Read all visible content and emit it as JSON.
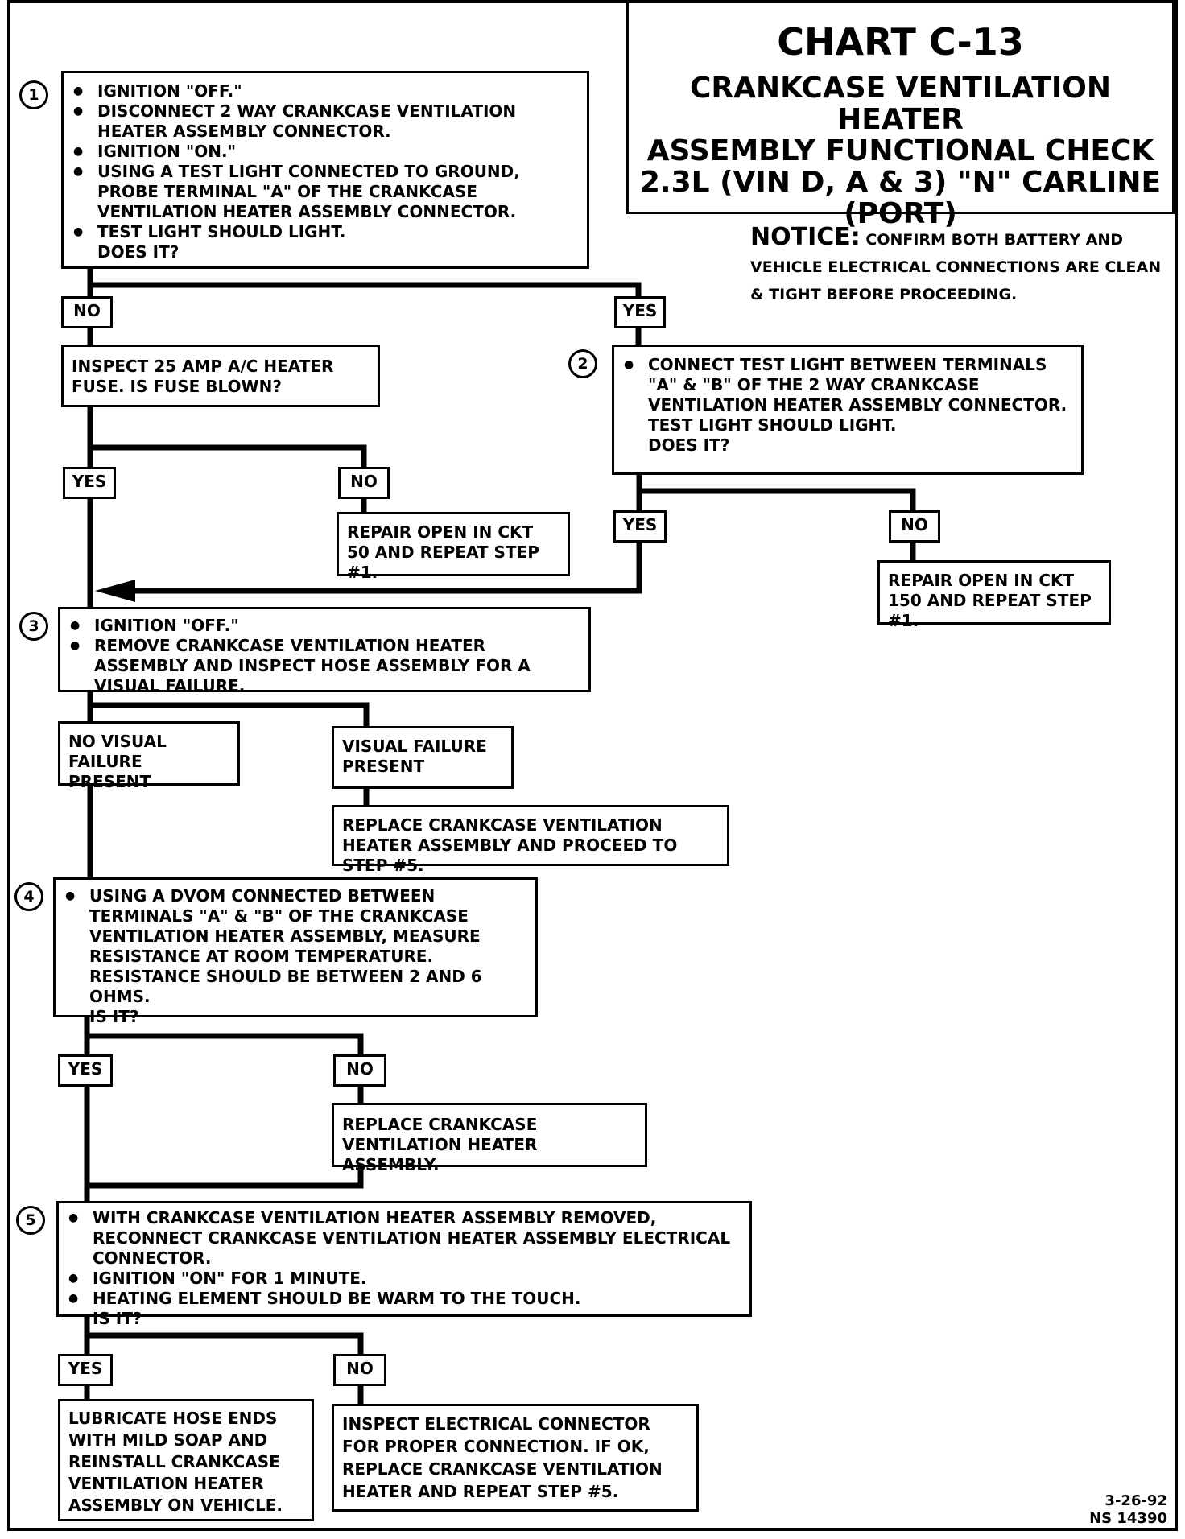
{
  "header": {
    "chart_id": "CHART C-13",
    "title_line1": "CRANKCASE VENTILATION HEATER",
    "title_line2": "ASSEMBLY FUNCTIONAL CHECK",
    "title_line3": "2.3L (VIN D, A & 3) \"N\" CARLINE",
    "title_line4": "(PORT)"
  },
  "notice": {
    "label": "NOTICE:",
    "text": "CONFIRM BOTH BATTERY AND VEHICLE ELECTRICAL CONNECTIONS ARE CLEAN & TIGHT BEFORE PROCEEDING."
  },
  "steps": {
    "s1": {
      "number": "1",
      "bullets": [
        "IGNITION \"OFF.\"",
        "DISCONNECT 2 WAY CRANKCASE VENTILATION HEATER ASSEMBLY CONNECTOR.",
        "IGNITION \"ON.\"",
        "USING A TEST LIGHT CONNECTED TO GROUND, PROBE TERMINAL \"A\" OF THE CRANKCASE VENTILATION HEATER ASSEMBLY CONNECTOR.",
        "TEST LIGHT SHOULD LIGHT."
      ],
      "question": "DOES IT?"
    },
    "s2": {
      "number": "2",
      "bullets": [
        "CONNECT TEST LIGHT BETWEEN TERMINALS \"A\" & \"B\" OF THE 2 WAY CRANKCASE VENTILATION HEATER ASSEMBLY CONNECTOR."
      ],
      "line2": "TEST LIGHT SHOULD LIGHT.",
      "question": "DOES IT?"
    },
    "s3": {
      "number": "3",
      "bullets": [
        "IGNITION \"OFF.\"",
        "REMOVE CRANKCASE VENTILATION HEATER ASSEMBLY AND INSPECT HOSE ASSEMBLY FOR A VISUAL FAILURE."
      ]
    },
    "s4": {
      "number": "4",
      "bullets": [
        "USING A DVOM CONNECTED BETWEEN TERMINALS \"A\" & \"B\" OF THE CRANKCASE VENTILATION HEATER ASSEMBLY, MEASURE RESISTANCE AT ROOM TEMPERATURE.  RESISTANCE SHOULD BE BETWEEN 2 AND 6 OHMS."
      ],
      "question": "IS IT?"
    },
    "s5": {
      "number": "5",
      "bullets": [
        "WITH CRANKCASE VENTILATION HEATER ASSEMBLY REMOVED, RECONNECT CRANKCASE VENTILATION HEATER ASSEMBLY ELECTRICAL CONNECTOR.",
        "IGNITION \"ON\" FOR 1 MINUTE.",
        "HEATING ELEMENT SHOULD BE WARM TO THE TOUCH."
      ],
      "question": "IS IT?"
    }
  },
  "labels": {
    "no": "NO",
    "yes": "YES",
    "no_visual": "NO VISUAL FAILURE PRESENT",
    "visual": "VISUAL FAILURE PRESENT"
  },
  "boxes": {
    "inspect_fuse": "INSPECT 25 AMP A/C HEATER FUSE. IS FUSE BLOWN?",
    "repair_ckt50": "REPAIR OPEN IN CKT 50 AND REPEAT STEP #1.",
    "repair_ckt150": "REPAIR OPEN IN CKT 150 AND REPEAT STEP #1.",
    "replace_proceed": "REPLACE CRANKCASE VENTILATION HEATER ASSEMBLY AND PROCEED TO STEP #5.",
    "replace_heater": "REPLACE CRANKCASE VENTILATION HEATER ASSEMBLY.",
    "lubricate": "LUBRICATE HOSE ENDS WITH MILD SOAP AND REINSTALL CRANKCASE VENTILATION HEATER ASSEMBLY ON VEHICLE.",
    "inspect_connector": "INSPECT ELECTRICAL CONNECTOR FOR PROPER CONNECTION.  IF OK, REPLACE CRANKCASE VENTILATION HEATER AND REPEAT STEP #5."
  },
  "footer": {
    "date": "3-26-92",
    "code": "NS 14390"
  }
}
